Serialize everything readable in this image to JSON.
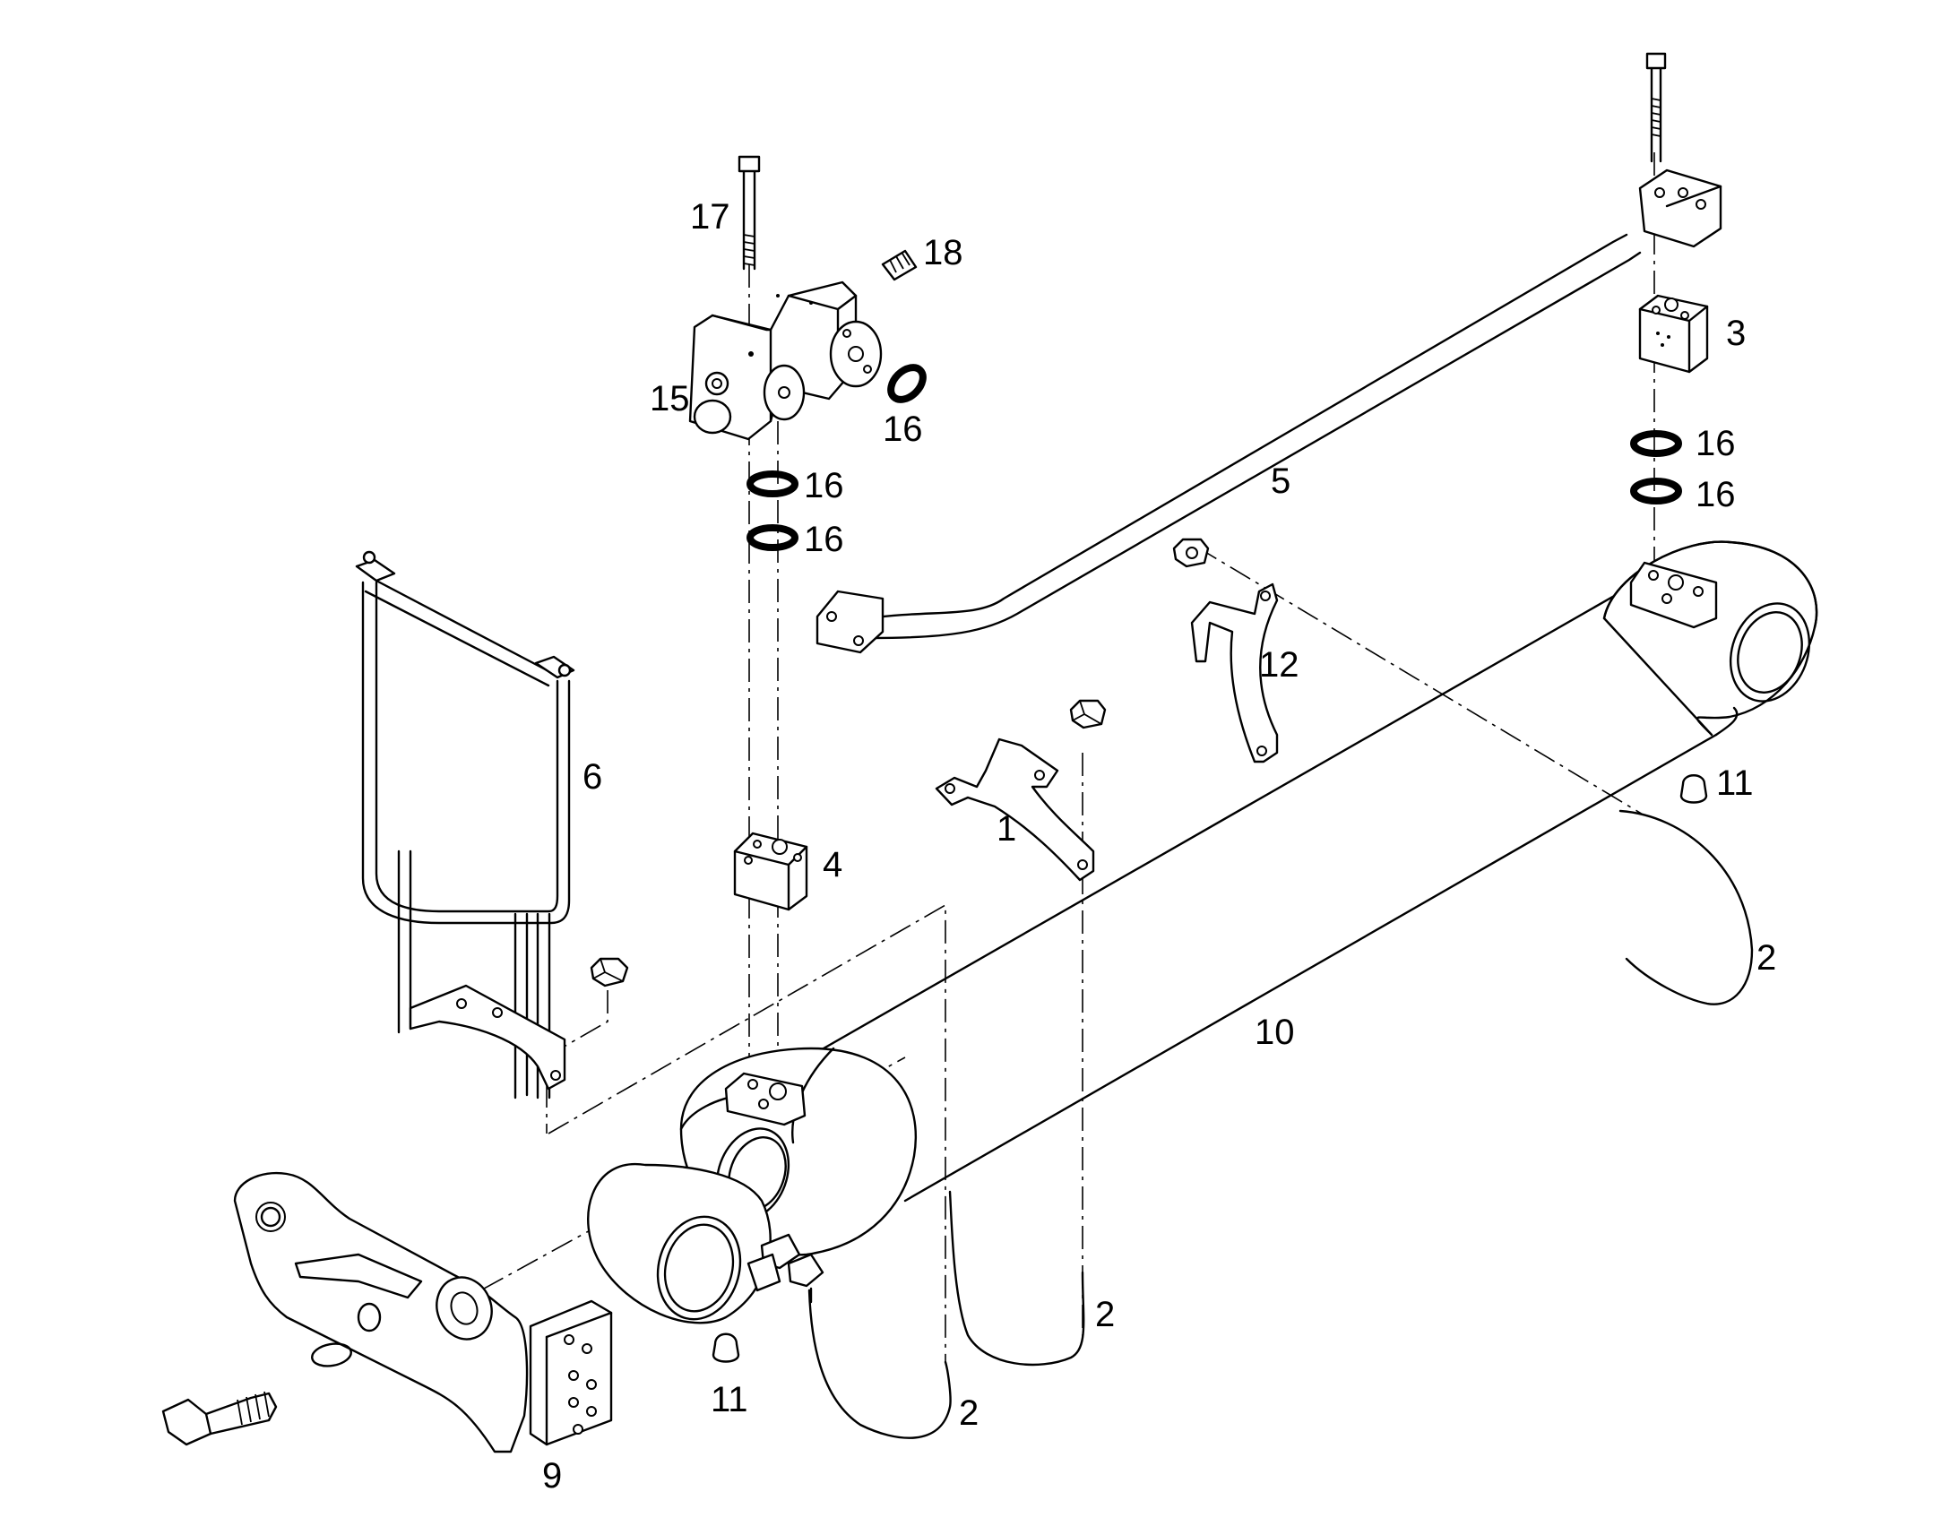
{
  "callouts": {
    "c1": "1",
    "c2a": "2",
    "c2b": "2",
    "c2c": "2",
    "c3": "3",
    "c4": "4",
    "c5": "5",
    "c6": "6",
    "c9": "9",
    "c10": "10",
    "c11a": "11",
    "c11b": "11",
    "c12": "12",
    "c15": "15",
    "c16a": "16",
    "c16b": "16",
    "c16c": "16",
    "c16d": "16",
    "c16e": "16",
    "c17": "17",
    "c18": "18"
  }
}
